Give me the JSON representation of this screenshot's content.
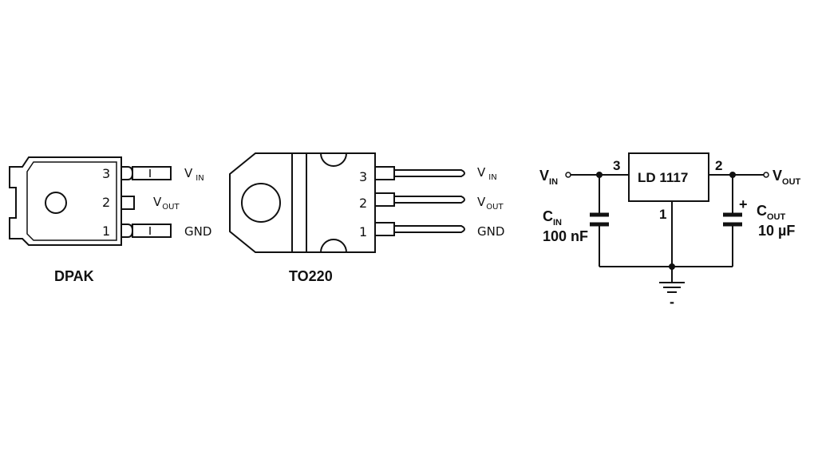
{
  "dpak": {
    "name": "DPAK",
    "pins": [
      {
        "num": "3",
        "label": "V",
        "sub": "IN"
      },
      {
        "num": "2",
        "label": "V",
        "sub": "OUT"
      },
      {
        "num": "1",
        "label": "GND",
        "sub": ""
      }
    ]
  },
  "to220": {
    "name": "TO220",
    "pins": [
      {
        "num": "3",
        "label": "V",
        "sub": "IN"
      },
      {
        "num": "2",
        "label": "V",
        "sub": "OUT"
      },
      {
        "num": "1",
        "label": "GND",
        "sub": ""
      }
    ]
  },
  "schematic": {
    "ic_label": "LD 1117",
    "pin_in": "3",
    "pin_out": "2",
    "pin_gnd": "1",
    "vin_label": "V",
    "vin_sub": "IN",
    "vout_label": "V",
    "vout_sub": "OUT",
    "cin_label": "C",
    "cin_sub": "IN",
    "cin_value": "100 nF",
    "cout_label": "C",
    "cout_sub": "OUT",
    "cout_value": "10 µF",
    "plus": "+",
    "minus": "-"
  }
}
